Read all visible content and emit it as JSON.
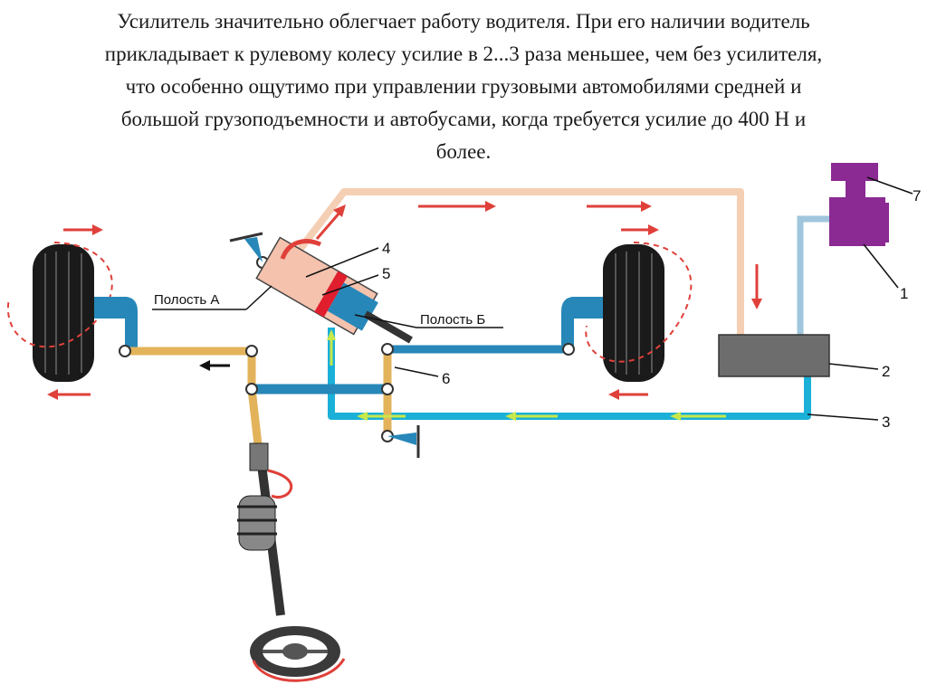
{
  "caption": {
    "lines": [
      "Усилитель значительно облегчает работу водителя. При его наличии водитель",
      "прикладывает к рулевому колесу усилие в 2...3  раза меньшее, чем без усилителя,",
      "что особенно ощутимо при управлении грузовыми автомобилями средней и",
      "большой грузоподъемности и автобусами, когда требуется усилие до 400 Н и",
      "более."
    ]
  },
  "labels": {
    "cavity_a": "Полость А",
    "cavity_b": "Полость Б",
    "n1": "1",
    "n2": "2",
    "n3": "3",
    "n4": "4",
    "n5": "5",
    "n6": "6",
    "n7": "7"
  },
  "colors": {
    "return_line": "#f5cfb4",
    "pressure_line": "#1ab0d8",
    "supply_line": "#9fc6dc",
    "low_pressure_arrows": "#c8e84a",
    "arrows": "#e0403a",
    "pump": "#8a2a92",
    "reservoir": "#6d6d6d",
    "axle_blue": "#2787b8",
    "linkage": "#e3b35b",
    "cylinder": "#f4c2ad",
    "piston": "#e01e2e"
  }
}
